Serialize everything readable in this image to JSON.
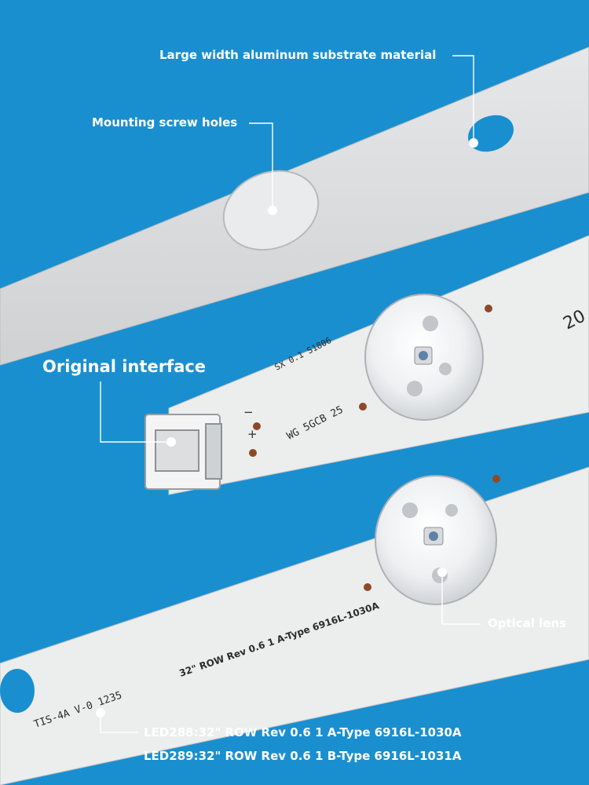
{
  "colors": {
    "background": "#1a8fd0",
    "strip": "#d9dadb",
    "strip_edge": "#b9bcbf",
    "text": "#ffffff",
    "print": "#2b2b2b"
  },
  "callouts": {
    "substrate": "Large width aluminum substrate material",
    "screw_holes": "Mounting screw holes",
    "interface": "Original interface",
    "lens": "Optical lens"
  },
  "models": {
    "led288": "LED288:32\" ROW Rev 0.6 1 A-Type 6916L-1030A",
    "led289": "LED289:32\" ROW Rev 0.6 1 B-Type 6916L-1031A"
  },
  "strip_print": {
    "board_code": "WG 5GCB 25",
    "serial": "SX 0.1 S1806",
    "model_text": "32\" ROW Rev 0.6 1 A-Type 6916L-1030A",
    "bottom_code": "TIS-4A V-0 1235",
    "corner_text": "20",
    "minus": "−",
    "plus": "+"
  }
}
